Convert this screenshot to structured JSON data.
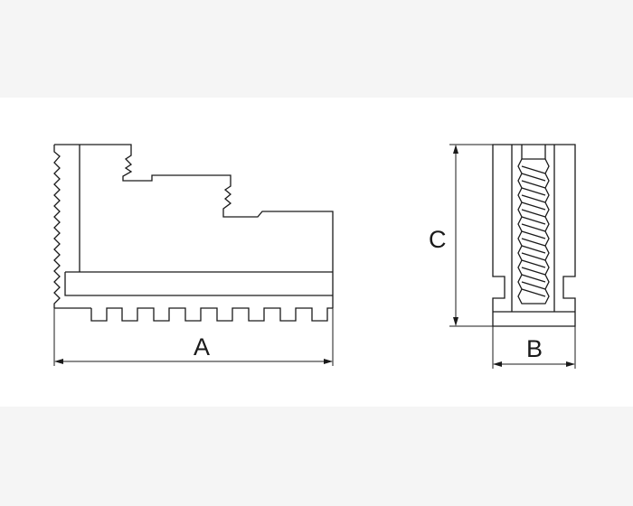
{
  "diagram": {
    "labels": {
      "a": "A",
      "b": "B",
      "c": "C"
    },
    "colors": {
      "line": "#1a1a1a",
      "background": "#ffffff",
      "band": "#f5f5f5"
    }
  }
}
